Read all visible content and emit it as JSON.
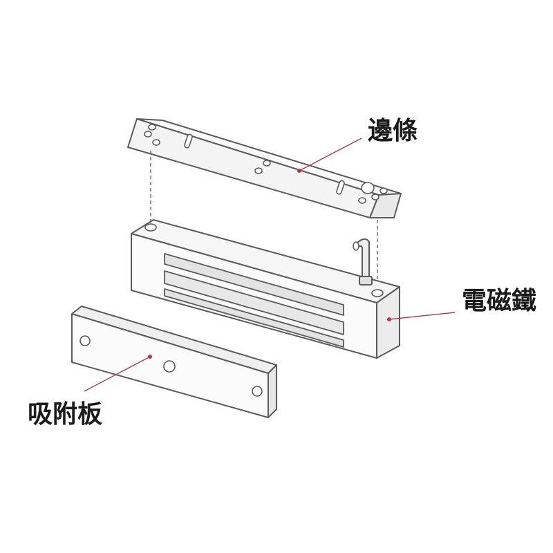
{
  "labels": {
    "mounting_bracket": "邊條",
    "electromagnet": "電磁鐵",
    "armature_plate": "吸附板"
  },
  "colors": {
    "outline": "#5a5a5a",
    "face_fill": "#fbfbfb",
    "side_fill": "#efefef",
    "shade_fill": "#e3e3e3",
    "leader_line": "#b03a48",
    "label_text": "#1a1a1a"
  },
  "icons": [
    "cable-icon",
    "mounting-hole-icon",
    "slot-hole-icon"
  ]
}
